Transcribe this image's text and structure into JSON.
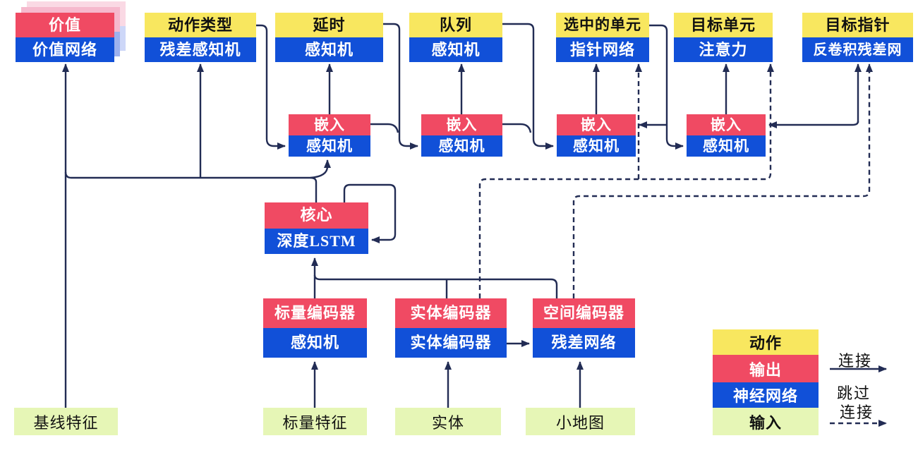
{
  "diagram": {
    "heads": [
      {
        "action_label": "价值",
        "network_label": "价值网络"
      },
      {
        "action_label": "动作类型",
        "network_label": "残差感知机"
      },
      {
        "action_label": "延时",
        "network_label": "感知机"
      },
      {
        "action_label": "队列",
        "network_label": "感知机"
      },
      {
        "action_label": "选中的单元",
        "network_label": "指针网络"
      },
      {
        "action_label": "目标单元",
        "network_label": "注意力"
      },
      {
        "action_label": "目标指针",
        "network_label": "反卷积残差网"
      }
    ],
    "embeddings": [
      {
        "label": "嵌入",
        "network_label": "感知机"
      },
      {
        "label": "嵌入",
        "network_label": "感知机"
      },
      {
        "label": "嵌入",
        "network_label": "感知机"
      },
      {
        "label": "嵌入",
        "network_label": "感知机"
      }
    ],
    "core": {
      "label": "核心",
      "network_label": "深度LSTM"
    },
    "encoders": [
      {
        "label": "标量编码器",
        "network_label": "感知机"
      },
      {
        "label": "实体编码器",
        "network_label": "实体编码器"
      },
      {
        "label": "空间编码器",
        "network_label": "残差网络"
      }
    ],
    "inputs": [
      {
        "label": "基线特征"
      },
      {
        "label": "标量特征"
      },
      {
        "label": "实体"
      },
      {
        "label": "小地图"
      }
    ],
    "legend": {
      "swatches": [
        {
          "label": "动作",
          "color": "#F8E75F"
        },
        {
          "label": "输出",
          "color": "#F04A63"
        },
        {
          "label": "神经网络",
          "color": "#1150D8"
        },
        {
          "label": "输入",
          "color": "#E6F6B6"
        }
      ],
      "solid_connection_label": "连接",
      "skip_connection_label_line1": "跳过",
      "skip_connection_label_line2": "连接"
    },
    "colors": {
      "action_yellow": "#F8E75F",
      "output_red": "#F04A63",
      "network_blue": "#1150D8",
      "input_green": "#E6F6B6",
      "line_navy": "#222C54"
    }
  }
}
